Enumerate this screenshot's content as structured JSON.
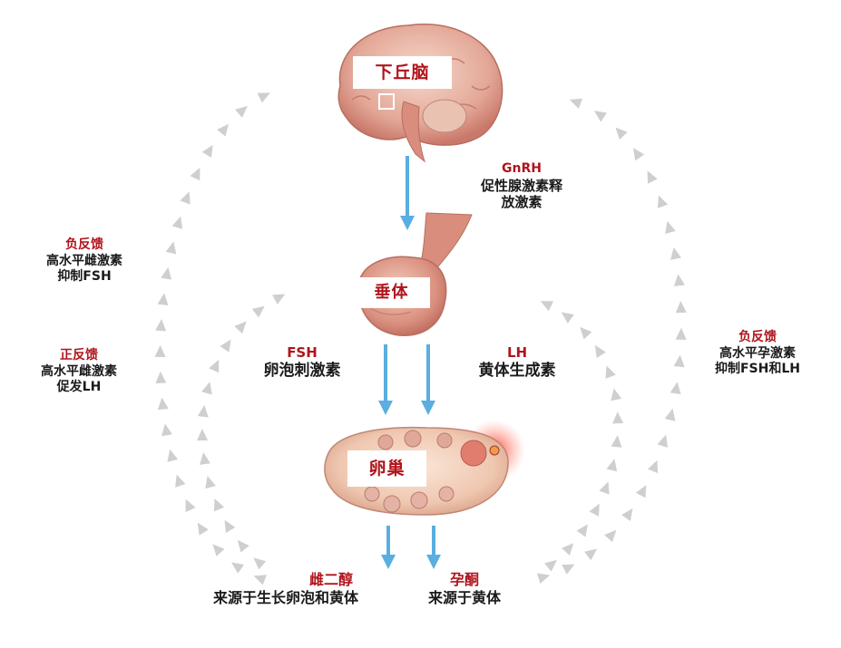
{
  "organs": {
    "hypothalamus": "下丘脑",
    "pituitary": "垂体",
    "ovary": "卵巢"
  },
  "hormones": {
    "gnrh": {
      "name": "GnRH",
      "desc_line1": "促性腺激素释",
      "desc_line2": "放激素"
    },
    "fsh": {
      "name": "FSH",
      "desc": "卵泡刺激素"
    },
    "lh": {
      "name": "LH",
      "desc": "黄体生成素"
    },
    "estradiol": {
      "name": "雌二醇",
      "desc": "来源于生长卵泡和黄体"
    },
    "progesterone": {
      "name": "孕酮",
      "desc": "来源于黄体"
    }
  },
  "feedback": {
    "left_negative": {
      "title": "负反馈",
      "line1": "高水平雌激素",
      "line2": "抑制FSH"
    },
    "left_positive": {
      "title": "正反馈",
      "line1": "高水平雌激素",
      "line2": "促发LH"
    },
    "right_negative": {
      "title": "负反馈",
      "line1": "高水平孕激素",
      "line2": "抑制FSH和LH"
    }
  },
  "colors": {
    "label_red": "#b0151c",
    "arrow_blue": "#5aaee0",
    "feedback_grey": "#cfcfcf",
    "tissue_pink": "#e3a797"
  }
}
